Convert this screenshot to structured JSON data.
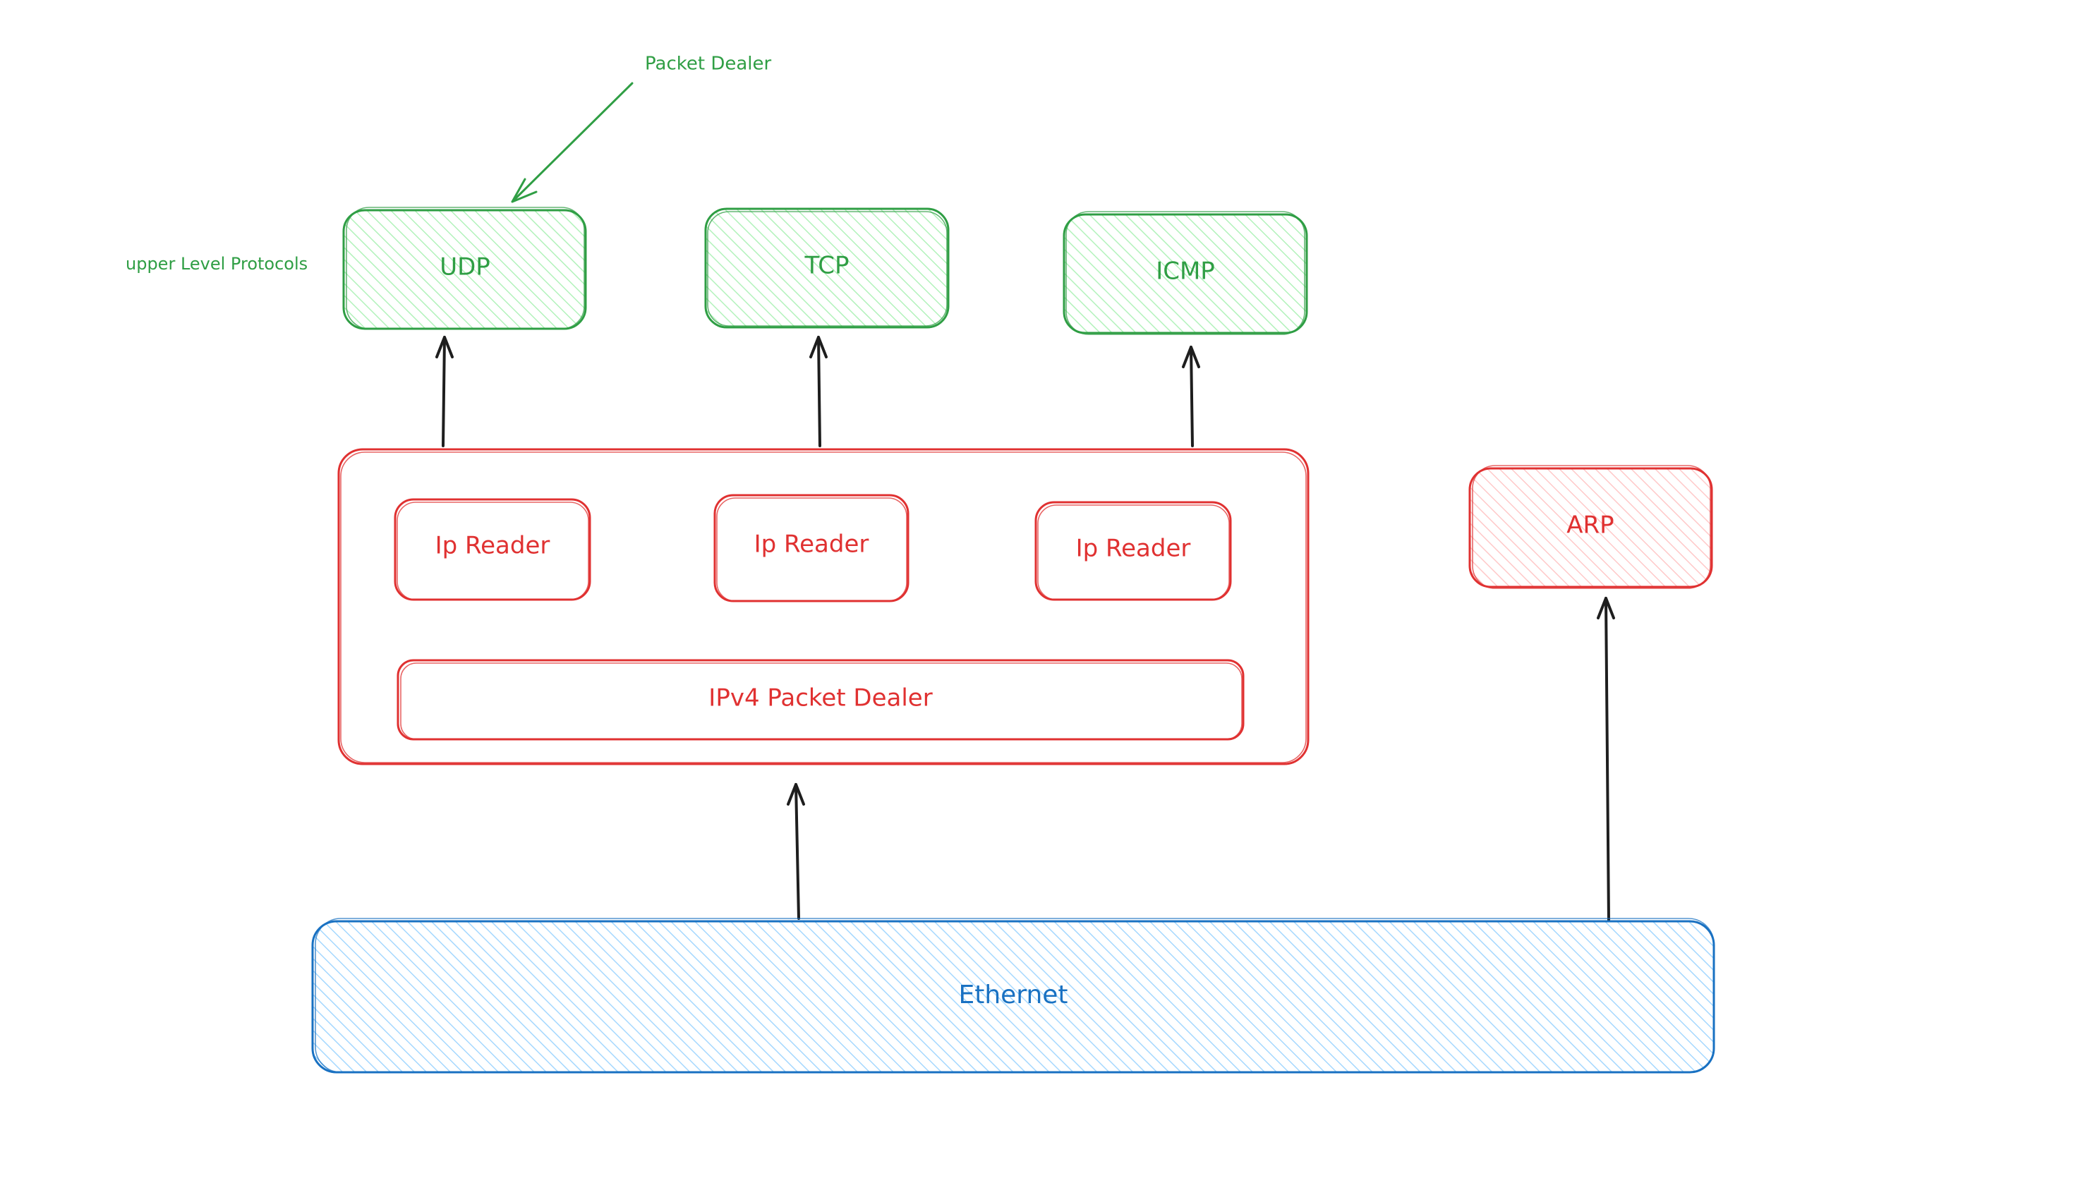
{
  "diagram": {
    "colors": {
      "green": "#2f9e44",
      "red": "#e03131",
      "blue": "#1971c2",
      "arrow": "#1e1e1e",
      "background": "#ffffff"
    },
    "annotations": {
      "packet_dealer_note": "Packet Dealer",
      "upper_level_note": "upper Level Protocols"
    },
    "upper_protocols": [
      {
        "label": "UDP"
      },
      {
        "label": "TCP"
      },
      {
        "label": "ICMP"
      }
    ],
    "ipv4_layer": {
      "readers": [
        {
          "label": "Ip Reader"
        },
        {
          "label": "Ip Reader"
        },
        {
          "label": "Ip Reader"
        }
      ],
      "packet_dealer": "IPv4 Packet Dealer"
    },
    "arp": {
      "label": "ARP"
    },
    "ethernet": {
      "label": "Ethernet"
    }
  }
}
